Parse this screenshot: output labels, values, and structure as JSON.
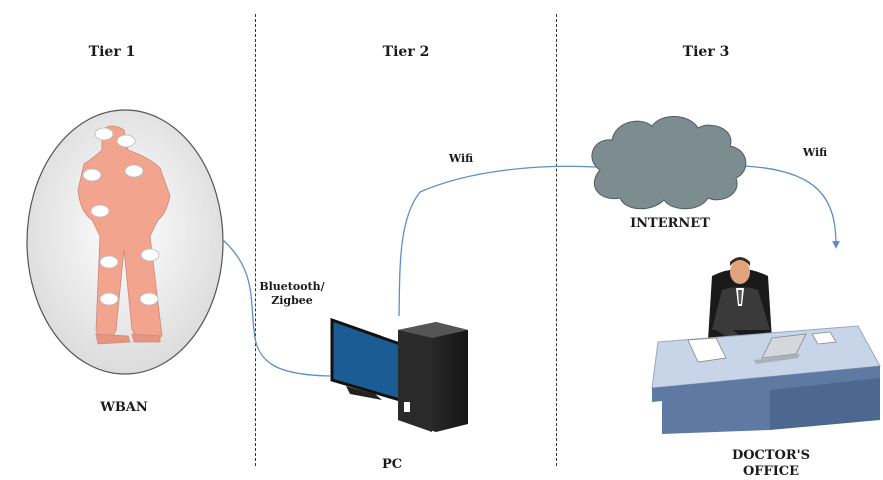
{
  "tiers": [
    "Tier 1",
    "Tier 2",
    "Tier 3"
  ],
  "labels": {
    "wban": "WBAN",
    "pc": "PC",
    "internet": "INTERNET",
    "doctor_office_line1": "DOCTOR'S",
    "doctor_office_line2": "OFFICE",
    "bluetooth_line1": "Bluetooth/",
    "bluetooth_line2": "Zigbee",
    "wifi_left": "Wifi",
    "wifi_right": "Wifi"
  },
  "colors": {
    "body_figure": "#f2a48f",
    "sensor": "#ffffff",
    "cloud": "#7d8c90",
    "link": "#5b8fc7",
    "monitor_screen": "#1b5c94",
    "desk_top": "#c8d4e8",
    "desk_front": "#5e7aa2"
  },
  "icons": [
    "human-body-icon",
    "sensor-node-icon",
    "desktop-pc-icon",
    "cloud-icon",
    "doctor-at-desk-icon"
  ]
}
